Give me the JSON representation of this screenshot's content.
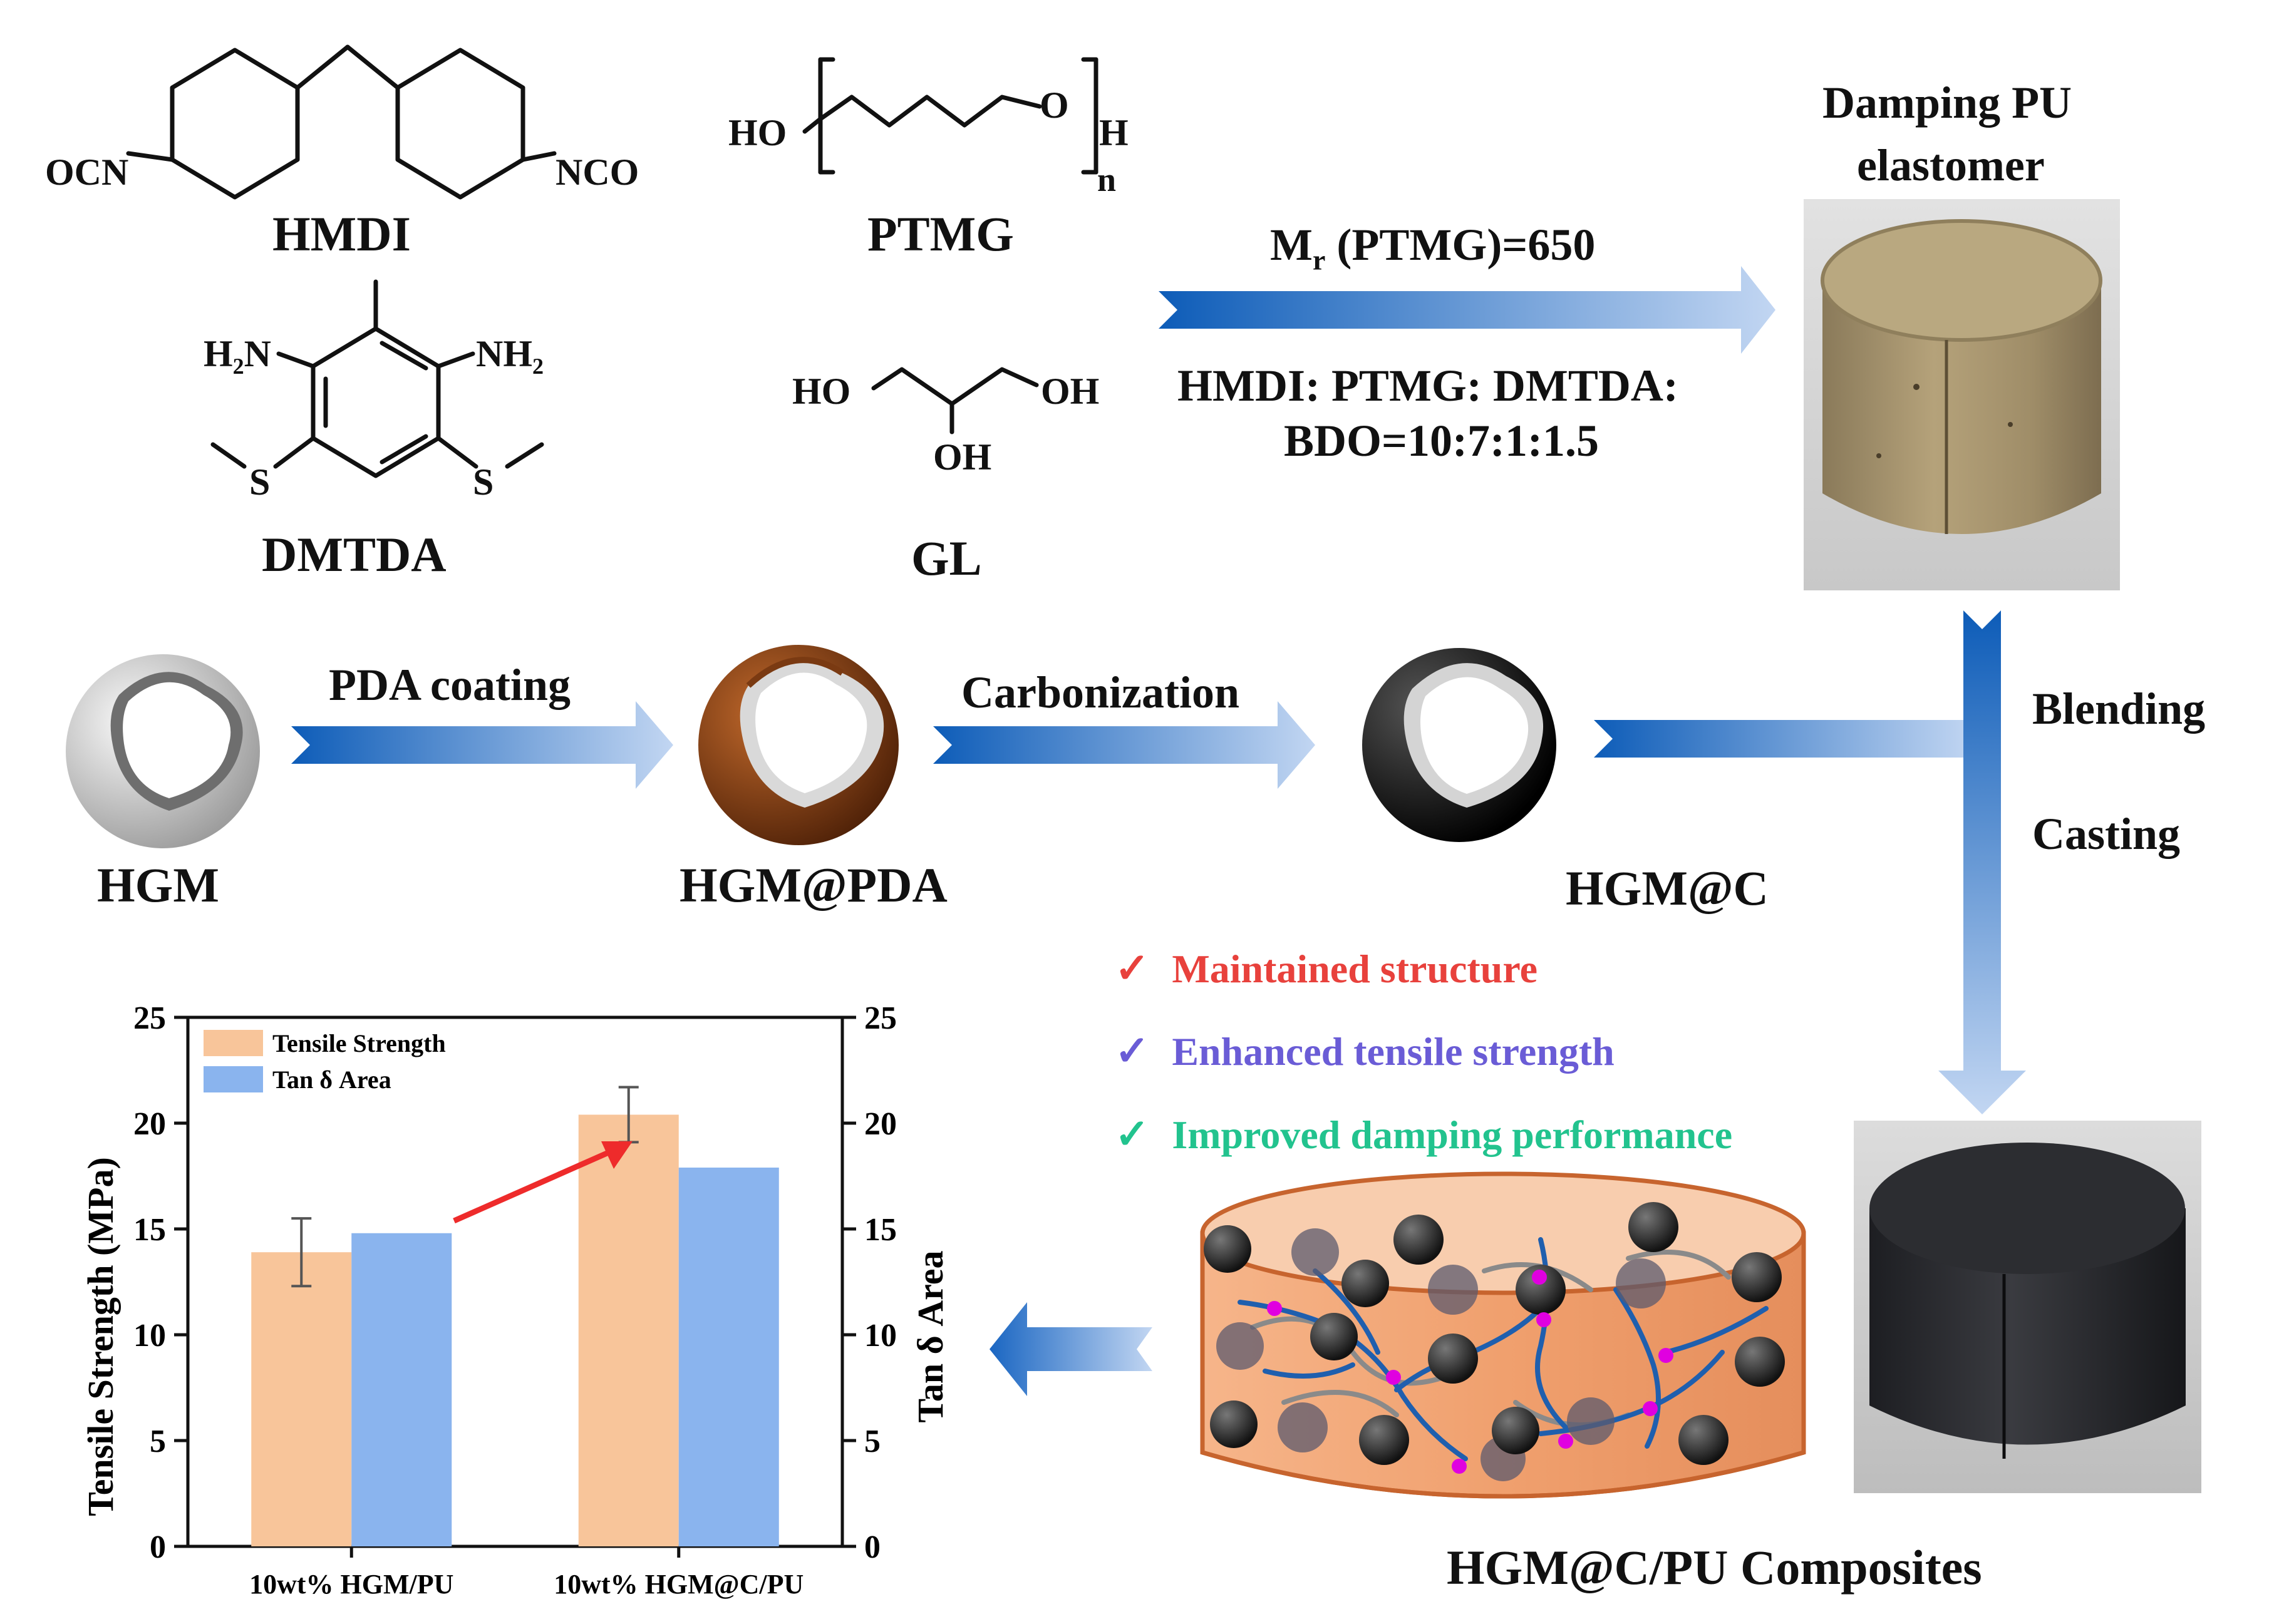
{
  "molecules": {
    "hmdi": {
      "name": "HMDI",
      "left_group": "OCN",
      "right_group": "NCO"
    },
    "ptmg": {
      "name": "PTMG",
      "ho": "HO",
      "o": "O",
      "h": "H",
      "n": "n"
    },
    "dmtda": {
      "name": "DMTDA",
      "nh2_left": "H₂N",
      "nh2_right": "NH₂",
      "s_left": "S",
      "s_right": "S"
    },
    "gl": {
      "name": "GL",
      "oh_left": "HO",
      "oh_right": "OH",
      "oh_bottom": "OH"
    }
  },
  "synthesis": {
    "mr_text": "M",
    "mr_sub": "r",
    "mr_rest": " (PTMG)=650",
    "ratio_line1": "HMDI: PTMG: DMTDA:",
    "ratio_line2": "BDO=10:7:1:1.5"
  },
  "product": {
    "title_line1": "Damping PU",
    "title_line2": "elastomer"
  },
  "process": {
    "hgm": "HGM",
    "step1": "PDA coating",
    "hgm_pda": "HGM@PDA",
    "step2": "Carbonization",
    "hgm_c": "HGM@C",
    "blending": "Blending",
    "casting": "Casting"
  },
  "benefits": [
    {
      "text": "Maintained structure",
      "color": "#e8413c"
    },
    {
      "text": "Enhanced tensile strength",
      "color": "#6a5cd6"
    },
    {
      "text": "Improved damping performance",
      "color": "#22c38e"
    }
  ],
  "composite_label": "HGM@C/PU Composites",
  "colors": {
    "arrow_dark": "#1565c0",
    "arrow_light": "#b5cdee",
    "shell_brown": "#8b4513",
    "chain": "#1f5fae",
    "node": "#e000e0",
    "composite_fill": "#f2a877"
  },
  "chart_data": {
    "type": "bar",
    "categories": [
      "10wt% HGM/PU",
      "10wt% HGM@C/PU"
    ],
    "series": [
      {
        "name": "Tensile Strength",
        "values": [
          13.9,
          20.4
        ],
        "errors": [
          1.6,
          1.3
        ],
        "color": "#f8c59a",
        "axis": "left"
      },
      {
        "name": "Tan δ Area",
        "values": [
          14.8,
          17.9
        ],
        "color": "#8ab4ee",
        "axis": "right"
      }
    ],
    "ylabel": "Tensile Strength (MPa)",
    "y2label": "Tan δ Area",
    "ylim": [
      0,
      25
    ],
    "y2lim": [
      0,
      25
    ],
    "yticks": [
      0,
      5,
      10,
      15,
      20,
      25
    ],
    "legend_position": "top-left",
    "grid": false
  }
}
